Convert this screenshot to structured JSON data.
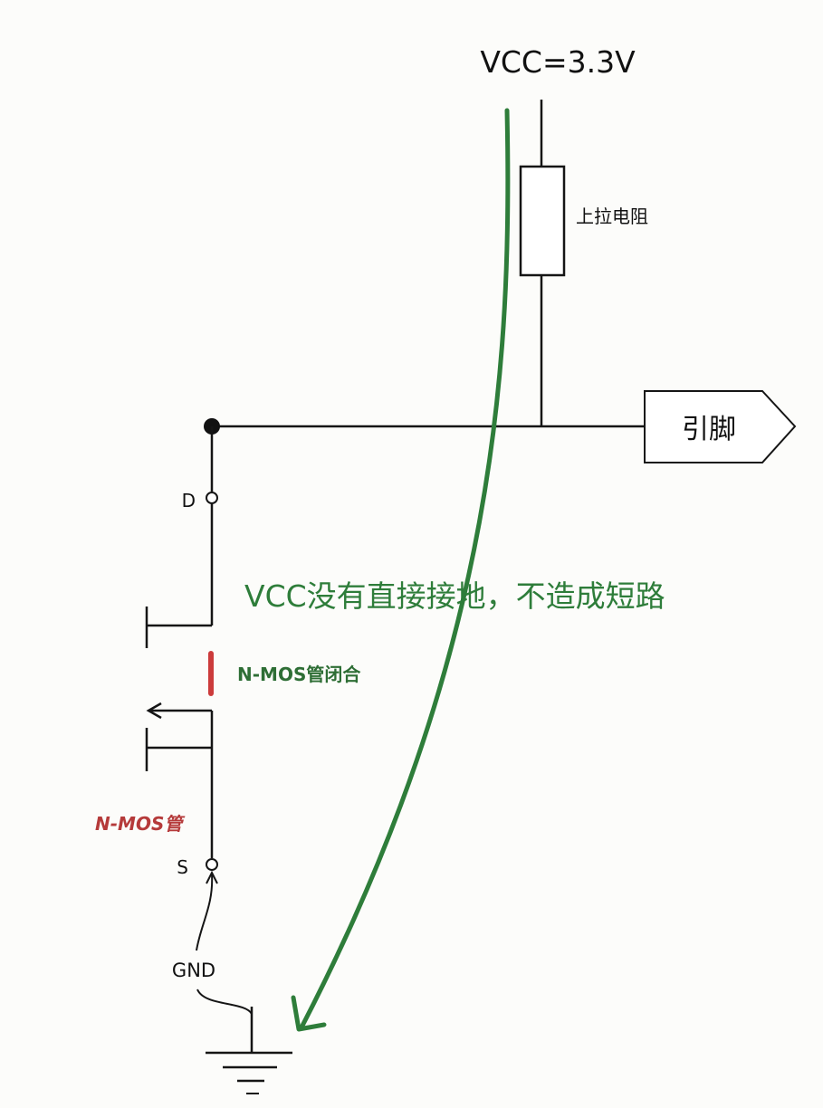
{
  "labels": {
    "vcc": "VCC=3.3V",
    "pullup_resistor": "上拉电阻",
    "pin": "引脚",
    "drain": "D",
    "source": "S",
    "gnd": "GND",
    "nmos_closed": "N-MOS管闭合",
    "nmos": "N-MOS管",
    "note": "VCC没有直接接地，不造成短路"
  },
  "colors": {
    "wire": "#151515",
    "current_path": "#2e7d3a",
    "note_text": "#2e7d3a",
    "nmos_closed_text": "#2e6e35",
    "switch_mark": "#cc3b3b",
    "nmos_text": "#b53a3a",
    "resistor_fill": "#ffffff",
    "pin_fill": "#ffffff"
  }
}
